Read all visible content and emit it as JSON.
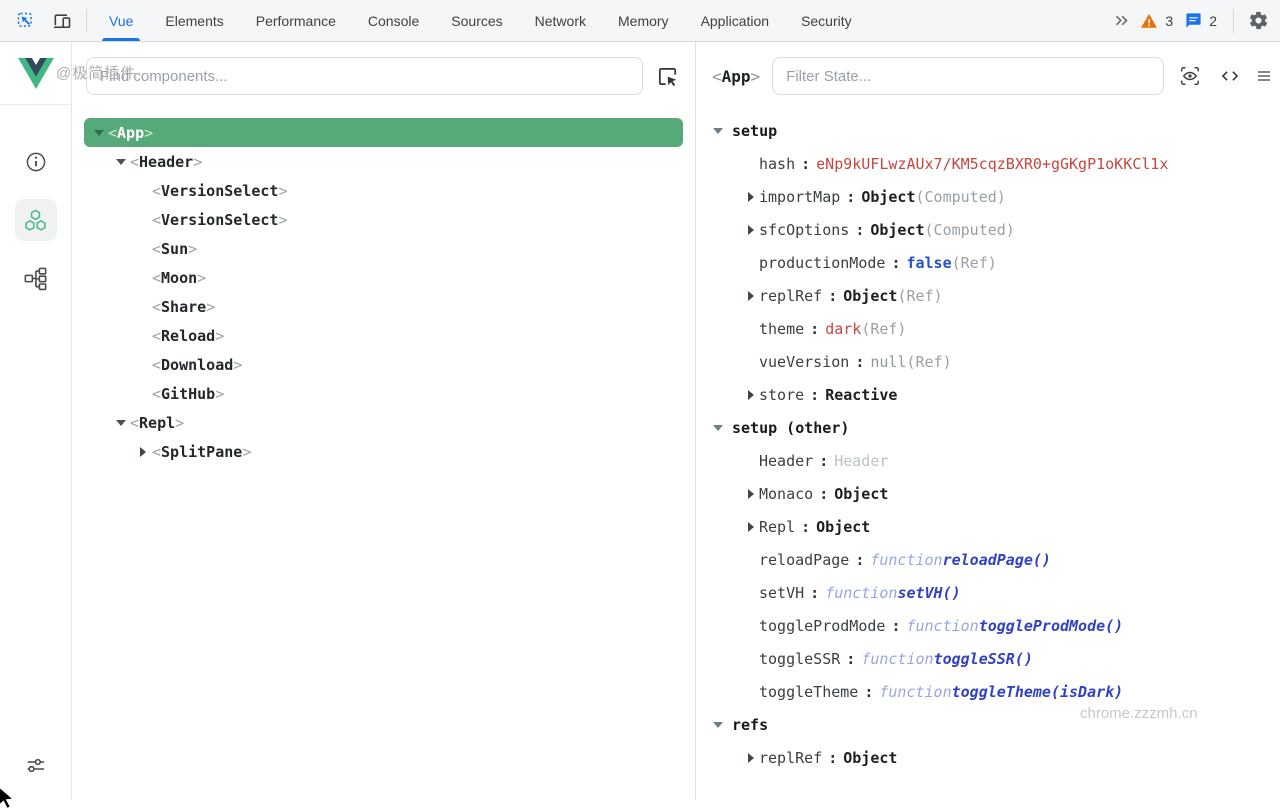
{
  "colors": {
    "accent_blue": "#1a73e8",
    "selection_green": "#56a978",
    "warning_orange": "#e8710a",
    "string_red": "#c6473f",
    "boolean_blue": "#2451c5",
    "function_blue": "#3142bf"
  },
  "glyphs": {
    "tag_open": "<",
    "tag_close": ">",
    "colon": ":"
  },
  "topbar": {
    "tabs": [
      "Vue",
      "Elements",
      "Performance",
      "Console",
      "Sources",
      "Network",
      "Memory",
      "Application",
      "Security"
    ],
    "active_tab": "Vue",
    "warning_count": "3",
    "message_count": "2"
  },
  "watermarks": {
    "plugin_badge": "@极简插件",
    "site": "chrome.zzzmh.cn"
  },
  "components_panel": {
    "search_placeholder": "Find components...",
    "tree": [
      {
        "name": "App",
        "depth": 0,
        "arrow": "down",
        "selected": true
      },
      {
        "name": "Header",
        "depth": 1,
        "arrow": "down",
        "selected": false
      },
      {
        "name": "VersionSelect",
        "depth": 2,
        "arrow": "none",
        "selected": false
      },
      {
        "name": "VersionSelect",
        "depth": 2,
        "arrow": "none",
        "selected": false
      },
      {
        "name": "Sun",
        "depth": 2,
        "arrow": "none",
        "selected": false
      },
      {
        "name": "Moon",
        "depth": 2,
        "arrow": "none",
        "selected": false
      },
      {
        "name": "Share",
        "depth": 2,
        "arrow": "none",
        "selected": false
      },
      {
        "name": "Reload",
        "depth": 2,
        "arrow": "none",
        "selected": false
      },
      {
        "name": "Download",
        "depth": 2,
        "arrow": "none",
        "selected": false
      },
      {
        "name": "GitHub",
        "depth": 2,
        "arrow": "none",
        "selected": false
      },
      {
        "name": "Repl",
        "depth": 1,
        "arrow": "down",
        "selected": false
      },
      {
        "name": "SplitPane",
        "depth": 2,
        "arrow": "right",
        "selected": false
      }
    ]
  },
  "state_panel": {
    "selected_component": "App",
    "filter_placeholder": "Filter State...",
    "sections": [
      {
        "title": "setup",
        "items": [
          {
            "key": "hash",
            "expandable": false,
            "value": [
              {
                "c": "red",
                "t": "eNp9kUFLwzAUx7/KM5cqzBXR0+gGKgP1oKKCl1x"
              }
            ]
          },
          {
            "key": "importMap",
            "expandable": true,
            "value": [
              {
                "c": "bold",
                "t": "Object"
              },
              {
                "c": "gray",
                "t": "(Computed)"
              }
            ]
          },
          {
            "key": "sfcOptions",
            "expandable": true,
            "value": [
              {
                "c": "bold",
                "t": "Object"
              },
              {
                "c": "gray",
                "t": "(Computed)"
              }
            ]
          },
          {
            "key": "productionMode",
            "expandable": false,
            "value": [
              {
                "c": "blue",
                "t": "false"
              },
              {
                "c": "gray",
                "t": "(Ref)"
              }
            ]
          },
          {
            "key": "replRef",
            "expandable": true,
            "value": [
              {
                "c": "bold",
                "t": "Object"
              },
              {
                "c": "gray",
                "t": "(Ref)"
              }
            ]
          },
          {
            "key": "theme",
            "expandable": false,
            "value": [
              {
                "c": "red",
                "t": "dark"
              },
              {
                "c": "gray",
                "t": "(Ref)"
              }
            ]
          },
          {
            "key": "vueVersion",
            "expandable": false,
            "value": [
              {
                "c": "null",
                "t": "null"
              },
              {
                "c": "gray",
                "t": "(Ref)"
              }
            ]
          },
          {
            "key": "store",
            "expandable": true,
            "value": [
              {
                "c": "bold",
                "t": "Reactive"
              }
            ]
          }
        ]
      },
      {
        "title": "setup (other)",
        "items": [
          {
            "key": "Header",
            "expandable": false,
            "value": [
              {
                "c": "light",
                "t": "Header"
              }
            ]
          },
          {
            "key": "Monaco",
            "expandable": true,
            "value": [
              {
                "c": "bold",
                "t": "Object"
              }
            ]
          },
          {
            "key": "Repl",
            "expandable": true,
            "value": [
              {
                "c": "bold",
                "t": "Object"
              }
            ]
          },
          {
            "key": "reloadPage",
            "expandable": false,
            "value": [
              {
                "c": "fnkw",
                "t": "function "
              },
              {
                "c": "fnname",
                "t": "reloadPage()"
              }
            ]
          },
          {
            "key": "setVH",
            "expandable": false,
            "value": [
              {
                "c": "fnkw",
                "t": "function "
              },
              {
                "c": "fnname",
                "t": "setVH()"
              }
            ]
          },
          {
            "key": "toggleProdMode",
            "expandable": false,
            "value": [
              {
                "c": "fnkw",
                "t": "function "
              },
              {
                "c": "fnname",
                "t": "toggleProdMode()"
              }
            ]
          },
          {
            "key": "toggleSSR",
            "expandable": false,
            "value": [
              {
                "c": "fnkw",
                "t": "function "
              },
              {
                "c": "fnname",
                "t": "toggleSSR()"
              }
            ]
          },
          {
            "key": "toggleTheme",
            "expandable": false,
            "value": [
              {
                "c": "fnkw",
                "t": "function "
              },
              {
                "c": "fnname",
                "t": "toggleTheme(isDark)"
              }
            ]
          }
        ]
      },
      {
        "title": "refs",
        "items": [
          {
            "key": "replRef",
            "expandable": true,
            "value": [
              {
                "c": "bold",
                "t": "Object"
              }
            ]
          }
        ]
      }
    ]
  }
}
